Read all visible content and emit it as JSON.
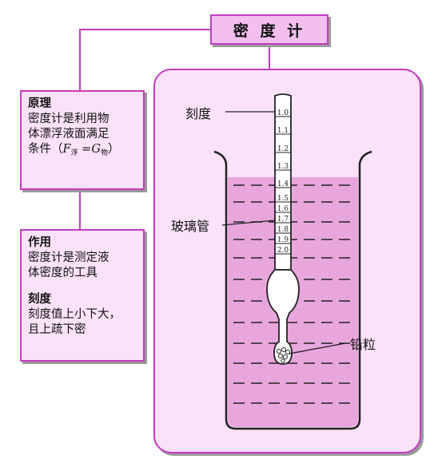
{
  "title": "密 度 计",
  "principle": {
    "heading": "原理",
    "line1": "密度计是利用物",
    "line2": "体漂浮液面满足",
    "cond_prefix": "条件（",
    "F": "F",
    "F_sub": "浮",
    "eq": " =",
    "G": "G",
    "G_sub": "物",
    "cond_suffix": "）"
  },
  "function": {
    "heading": "作用",
    "line1": "密度计是测定液",
    "line2": "体密度的工具",
    "scale_heading": "刻度",
    "scale_line1": "刻度值上小下大，",
    "scale_line2": "且上疏下密"
  },
  "diagram": {
    "label_scale": "刻度",
    "label_tube": "玻璃管",
    "label_lead": "铅粒",
    "ticks": [
      "1.0",
      "1.1",
      "1.2",
      "1.3",
      "1.4",
      "1.5",
      "1.6",
      "1.7",
      "1.8",
      "1.9",
      "2.0"
    ]
  },
  "colors": {
    "border": "#c33cc0",
    "box_fill": "#fbe2f8",
    "title_fill": "#f2bff0",
    "liquid": "#e9a6dd"
  }
}
